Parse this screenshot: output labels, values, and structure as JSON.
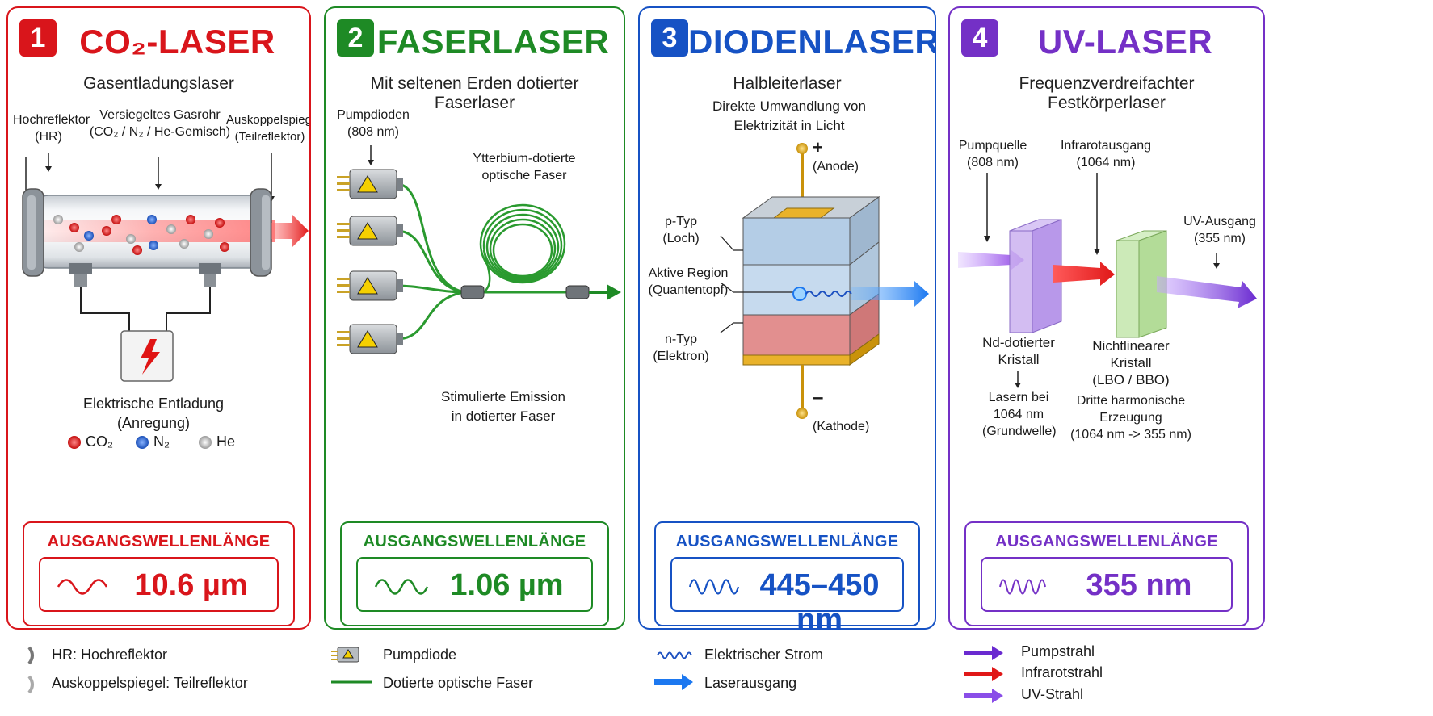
{
  "colors": {
    "co2": "#d9151b",
    "fiber": "#1e8a25",
    "diode": "#1652c4",
    "uv": "#7430c6"
  },
  "panels": [
    {
      "number": "1",
      "title": "CO₂-LASER",
      "subtitle": "Gasentladungslaser",
      "labels": {
        "hr": "Hochreflektor\n(HR)",
        "tube": "Versiegeltes Gasrohr\n(CO₂ / N₂ / He-Gemisch)",
        "oc": "Auskoppelspiegel\n(Teilreflektor)",
        "discharge": "Elektrische Entladung\n(Anregung)"
      },
      "gas_legend": [
        "CO₂",
        "N₂",
        "He"
      ],
      "output_heading": "AUSGANGSWELLENLÄNGE",
      "output_value": "10.6 µm"
    },
    {
      "number": "2",
      "title": "FASERLASER",
      "subtitle": "Mit seltenen Erden dotierter Faserlaser",
      "labels": {
        "pump": "Pumpdioden\n(808 nm)",
        "fiber": "Ytterbium-dotierte\noptische Faser",
        "emission": "Stimulierte Emission\nin dotierter Faser"
      },
      "output_heading": "AUSGANGSWELLENLÄNGE",
      "output_value": "1.06 µm"
    },
    {
      "number": "3",
      "title": "DIODENLASER",
      "subtitle": "Halbleiterlaser",
      "labels": {
        "direct": "Direkte Umwandlung von\nElektrizität in Licht",
        "plus": "+",
        "anode": "(Anode)",
        "ptype": "p-Typ\n(Loch)",
        "active": "Aktive Region\n(Quantentopf)",
        "ntype": "n-Typ\n(Elektron)",
        "minus": "–",
        "cathode": "(Kathode)"
      },
      "output_heading": "AUSGANGSWELLENLÄNGE",
      "output_value": "445–450 nm"
    },
    {
      "number": "4",
      "title": "UV-LASER",
      "subtitle": "Frequenzverdreifachter Festkörperlaser",
      "labels": {
        "pump": "Pumpquelle\n(808 nm)",
        "ir": "Infrarotausgang\n(1064 nm)",
        "uv": "UV-Ausgang\n(355 nm)",
        "nd": "Nd-dotierter\nKristall",
        "lasing": "Lasern bei\n1064 nm\n(Grundwelle)",
        "nonlinear": "Nichtlinearer\nKristall\n(LBO / BBO)",
        "thg": "Dritte harmonische\nErzeugung\n(1064 nm -> 355 nm)"
      },
      "output_heading": "AUSGANGSWELLENLÄNGE",
      "output_value": "355 nm"
    }
  ],
  "legend": {
    "hr": "HR: Hochreflektor",
    "oc": "Auskoppelspiegel: Teilreflektor",
    "pumpdiode": "Pumpdiode",
    "fiber": "Dotierte optische Faser",
    "current": "Elektrischer Strom",
    "laser": "Laserausgang",
    "pumpbeam": "Pumpstrahl",
    "irbeam": "Infrarotstrahl",
    "uvbeam": "UV-Strahl"
  }
}
